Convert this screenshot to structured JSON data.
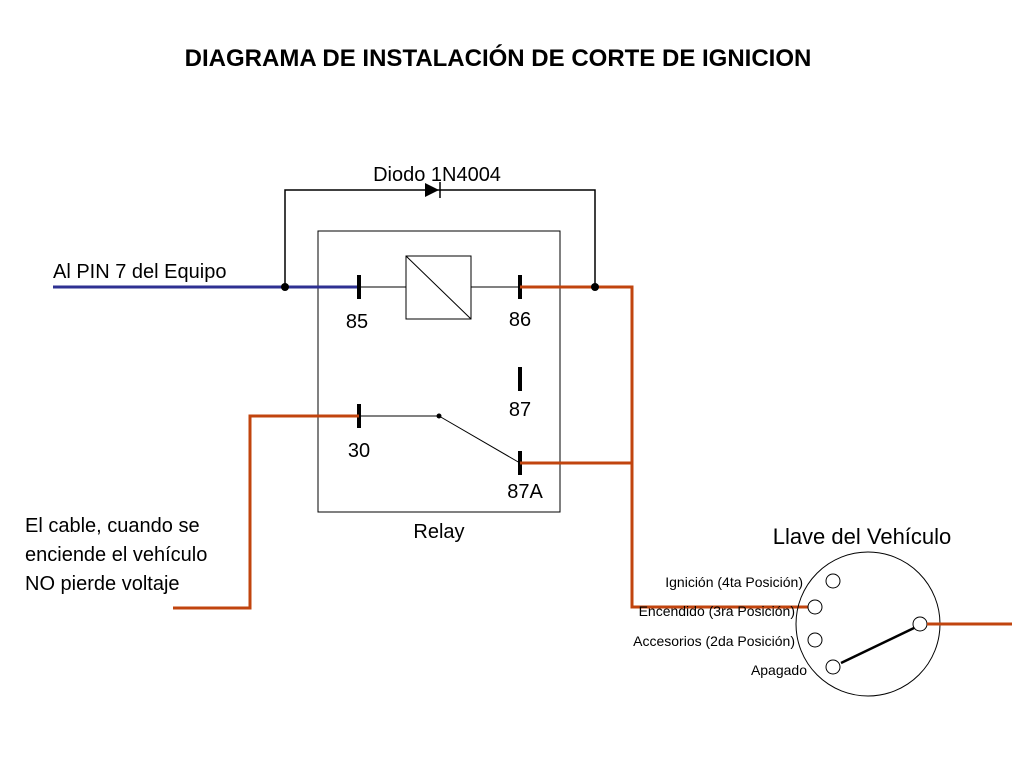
{
  "title": "DIAGRAMA DE INSTALACIÓN DE CORTE DE IGNICION",
  "diode": {
    "label": "Diodo 1N4004"
  },
  "input": {
    "label": "Al PIN 7 del Equipo"
  },
  "relay": {
    "label": "Relay",
    "pins": {
      "p85": "85",
      "p86": "86",
      "p87": "87",
      "p30": "30",
      "p87a": "87A"
    }
  },
  "note": {
    "line1": "El cable, cuando se",
    "line2": "enciende el vehículo",
    "line3": "NO pierde voltaje"
  },
  "key": {
    "label": "Llave del Vehículo",
    "positions": {
      "ignition": "Ignición (4ta Posición)",
      "start": "Encendido (3ra Posición)",
      "accessories": "Accesorios (2da Posición)",
      "off": "Apagado"
    }
  },
  "colors": {
    "signal_wire": "#2e3192",
    "power_wire": "#c1440e",
    "line": "#000000",
    "background": "#ffffff"
  }
}
